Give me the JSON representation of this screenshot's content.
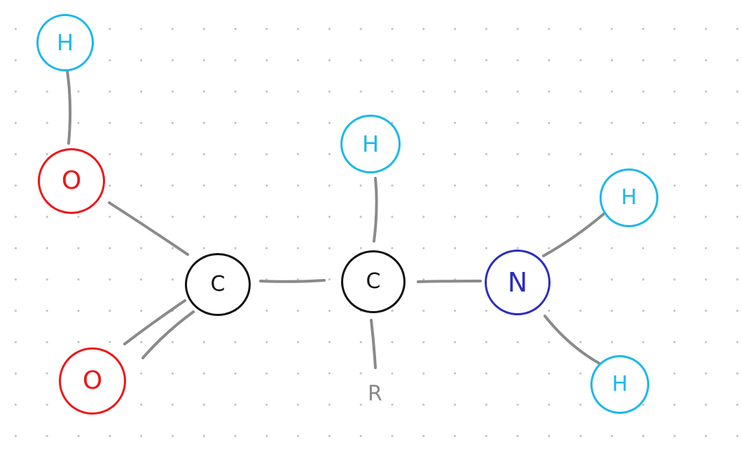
{
  "colors": {
    "hydrogen": "#1bb7ec",
    "oxygen": "#ee1515",
    "carbon": "#111111",
    "nitrogen": "#2b2dbf",
    "bond": "#8a8a8a",
    "grid_dot": "#c2c2c2"
  },
  "atoms": {
    "h_hydroxyl": "H",
    "o_hydroxyl": "O",
    "o_carbonyl": "O",
    "c_carboxyl": "C",
    "h_alpha": "H",
    "c_alpha": "C",
    "n_amino": "N",
    "h_amino_top": "H",
    "h_amino_bottom": "H"
  },
  "side_chain_label": "R"
}
